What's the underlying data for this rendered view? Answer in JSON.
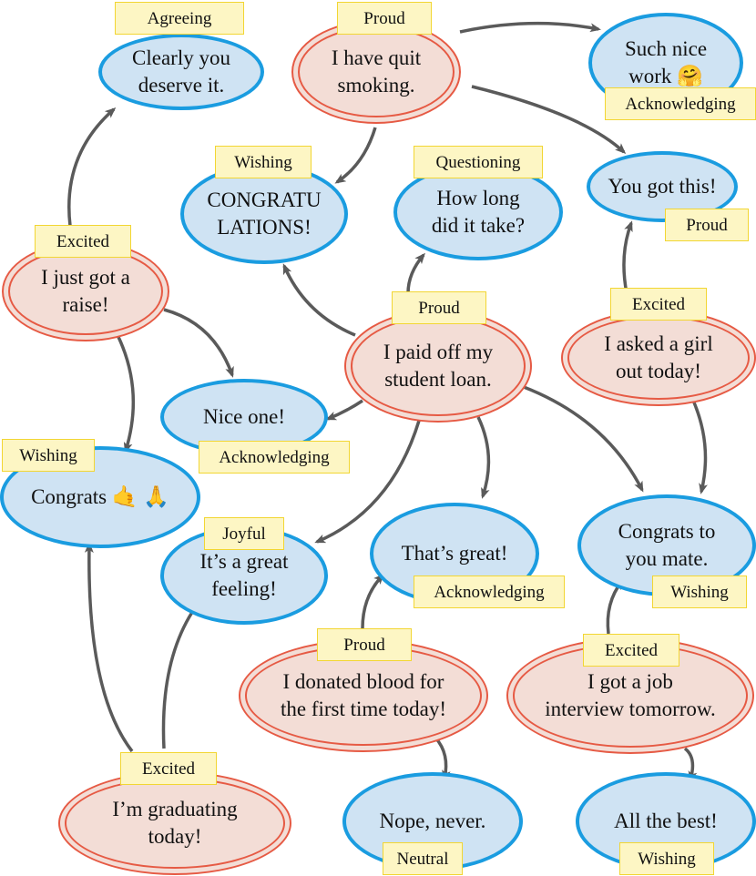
{
  "colors": {
    "response_fill": "#cfe3f3",
    "response_border": "#1a9ce0",
    "prompt_fill": "#f3ddd6",
    "prompt_border": "#e65a44",
    "tag_fill": "#fdf6c4",
    "tag_border": "#f2d633",
    "arrow": "#5a5a5a"
  },
  "nodes": [
    {
      "id": "agree",
      "kind": "response",
      "text": "Clearly you\ndeserve it.",
      "tag": "Agreeing"
    },
    {
      "id": "quit",
      "kind": "prompt",
      "text": "I have quit\nsmoking.",
      "tag": "Proud"
    },
    {
      "id": "nicework",
      "kind": "response",
      "text": "Such nice\nwork 🤗",
      "tag": "Acknowledging"
    },
    {
      "id": "congratu",
      "kind": "response",
      "text": "CONGRATU\nLATIONS!",
      "tag": "Wishing"
    },
    {
      "id": "howlong",
      "kind": "response",
      "text": "How long\ndid it take?",
      "tag": "Questioning"
    },
    {
      "id": "gotthis",
      "kind": "response",
      "text": "You got this!",
      "tag": "Proud"
    },
    {
      "id": "raise",
      "kind": "prompt",
      "text": "I just got a\nraise!",
      "tag": "Excited"
    },
    {
      "id": "loan",
      "kind": "prompt",
      "text": "I paid off my\nstudent loan.",
      "tag": "Proud"
    },
    {
      "id": "girl",
      "kind": "prompt",
      "text": "I asked a girl\nout today!",
      "tag": "Excited"
    },
    {
      "id": "niceone",
      "kind": "response",
      "text": "Nice one!",
      "tag": "Acknowledging"
    },
    {
      "id": "congrats",
      "kind": "response",
      "text": "Congrats 🤙 🙏",
      "tag": "Wishing"
    },
    {
      "id": "feeling",
      "kind": "response",
      "text": "It’s a great\nfeeling!",
      "tag": "Joyful"
    },
    {
      "id": "great",
      "kind": "response",
      "text": "That’s great!",
      "tag": "Acknowledging"
    },
    {
      "id": "mate",
      "kind": "response",
      "text": "Congrats to\nyou mate.",
      "tag": "Wishing"
    },
    {
      "id": "blood",
      "kind": "prompt",
      "text": "I donated blood for\nthe first time today!",
      "tag": "Proud"
    },
    {
      "id": "job",
      "kind": "prompt",
      "text": "I got a job\ninterview tomorrow.",
      "tag": "Excited"
    },
    {
      "id": "graduating",
      "kind": "prompt",
      "text": "I’m graduating\ntoday!",
      "tag": "Excited"
    },
    {
      "id": "never",
      "kind": "response",
      "text": "Nope, never.",
      "tag": "Neutral"
    },
    {
      "id": "best",
      "kind": "response",
      "text": "All the best!",
      "tag": "Wishing"
    }
  ],
  "edges": [
    {
      "from": "quit",
      "to": "nicework"
    },
    {
      "from": "quit",
      "to": "gotthis"
    },
    {
      "from": "quit",
      "to": "congratu"
    },
    {
      "from": "raise",
      "to": "agree"
    },
    {
      "from": "raise",
      "to": "niceone"
    },
    {
      "from": "raise",
      "to": "congrats"
    },
    {
      "from": "loan",
      "to": "congratu"
    },
    {
      "from": "loan",
      "to": "howlong"
    },
    {
      "from": "loan",
      "to": "niceone"
    },
    {
      "from": "loan",
      "to": "feeling"
    },
    {
      "from": "loan",
      "to": "great"
    },
    {
      "from": "loan",
      "to": "mate"
    },
    {
      "from": "girl",
      "to": "gotthis"
    },
    {
      "from": "girl",
      "to": "mate"
    },
    {
      "from": "blood",
      "to": "great"
    },
    {
      "from": "blood",
      "to": "never"
    },
    {
      "from": "job",
      "to": "mate"
    },
    {
      "from": "job",
      "to": "best"
    },
    {
      "from": "graduating",
      "to": "congrats"
    },
    {
      "from": "graduating",
      "to": "feeling"
    }
  ]
}
